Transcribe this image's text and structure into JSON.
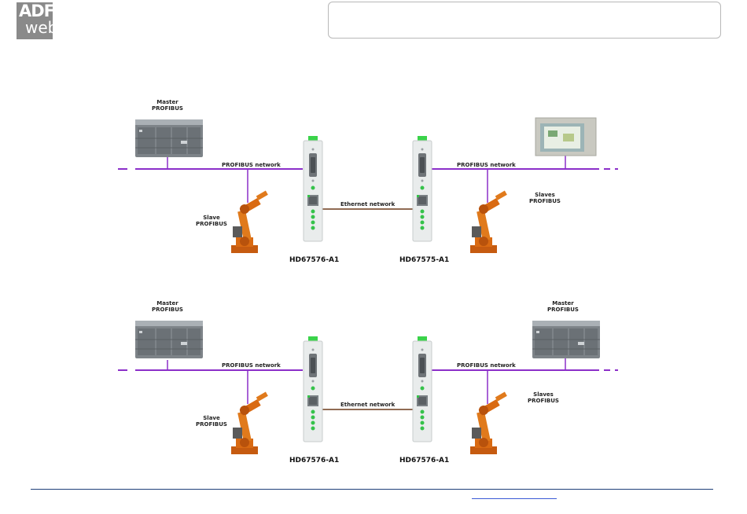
{
  "logo": {
    "line1": "ADF",
    "line2": "web"
  },
  "diagram1": {
    "left_net": "PROFIBUS network",
    "right_net": "PROFIBUS network",
    "eth": "Ethernet network",
    "master": "Master\nPROFIBUS",
    "slave": "Slave\nPROFIBUS",
    "slaves": "Slaves\nPROFIBUS",
    "dev_left": "HD67576-A1",
    "dev_right": "HD67575-A1"
  },
  "diagram2": {
    "left_net": "PROFIBUS network",
    "right_net": "PROFIBUS network",
    "eth": "Ethernet network",
    "master_left": "Master\nPROFIBUS",
    "master_right": "Master\nPROFIBUS",
    "slave": "Slave\nPROFIBUS",
    "slaves": "Slaves\nPROFIBUS",
    "dev_left": "HD67576-A1",
    "dev_right": "HD67576-A1"
  },
  "colors": {
    "bus": "#8b2fc9",
    "ethernet": "#6b3a1a",
    "plc": "#7d8388",
    "robot": "#d96a12",
    "led": "#35c24a"
  }
}
